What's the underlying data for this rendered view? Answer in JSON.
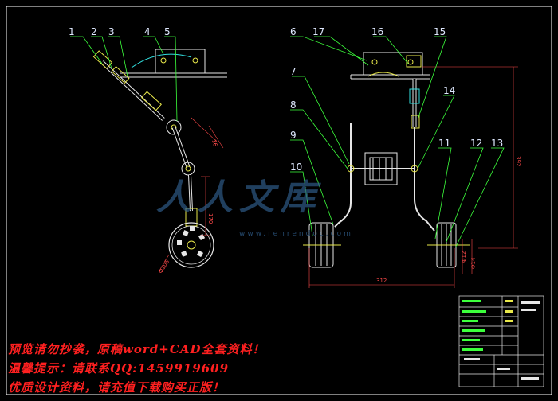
{
  "drawing": {
    "callouts": [
      "1",
      "2",
      "3",
      "4",
      "5",
      "6",
      "17",
      "16",
      "15",
      "7",
      "8",
      "14",
      "9",
      "10",
      "11",
      "12",
      "13"
    ],
    "dimensions": {
      "link_length": "16",
      "strut_height": "170",
      "wheel_diameter": "Φ105",
      "overall_height": "392",
      "track_width": "312",
      "axle_dia_a": "Φ12",
      "axle_dia_b": "Φ14"
    }
  },
  "watermark": {
    "brand": "人人文库",
    "url": "www.renrendoc.com"
  },
  "notice": {
    "line1": "预览请勿抄袭，原稿word+CAD全套资料！",
    "line2": "温馨提示：请联系QQ:1459919609",
    "line3": "优质设计资料，请充值下载购买正版！"
  },
  "colors": {
    "background": "#000000",
    "part_yellow": "#e8e84a",
    "part_white": "#e6e6e6",
    "cyan": "#32e0e0",
    "callout_green": "#3cff3c",
    "dimension_red": "#ff4a4a",
    "notice_red": "#ff2020",
    "border_white": "#ffffff"
  }
}
